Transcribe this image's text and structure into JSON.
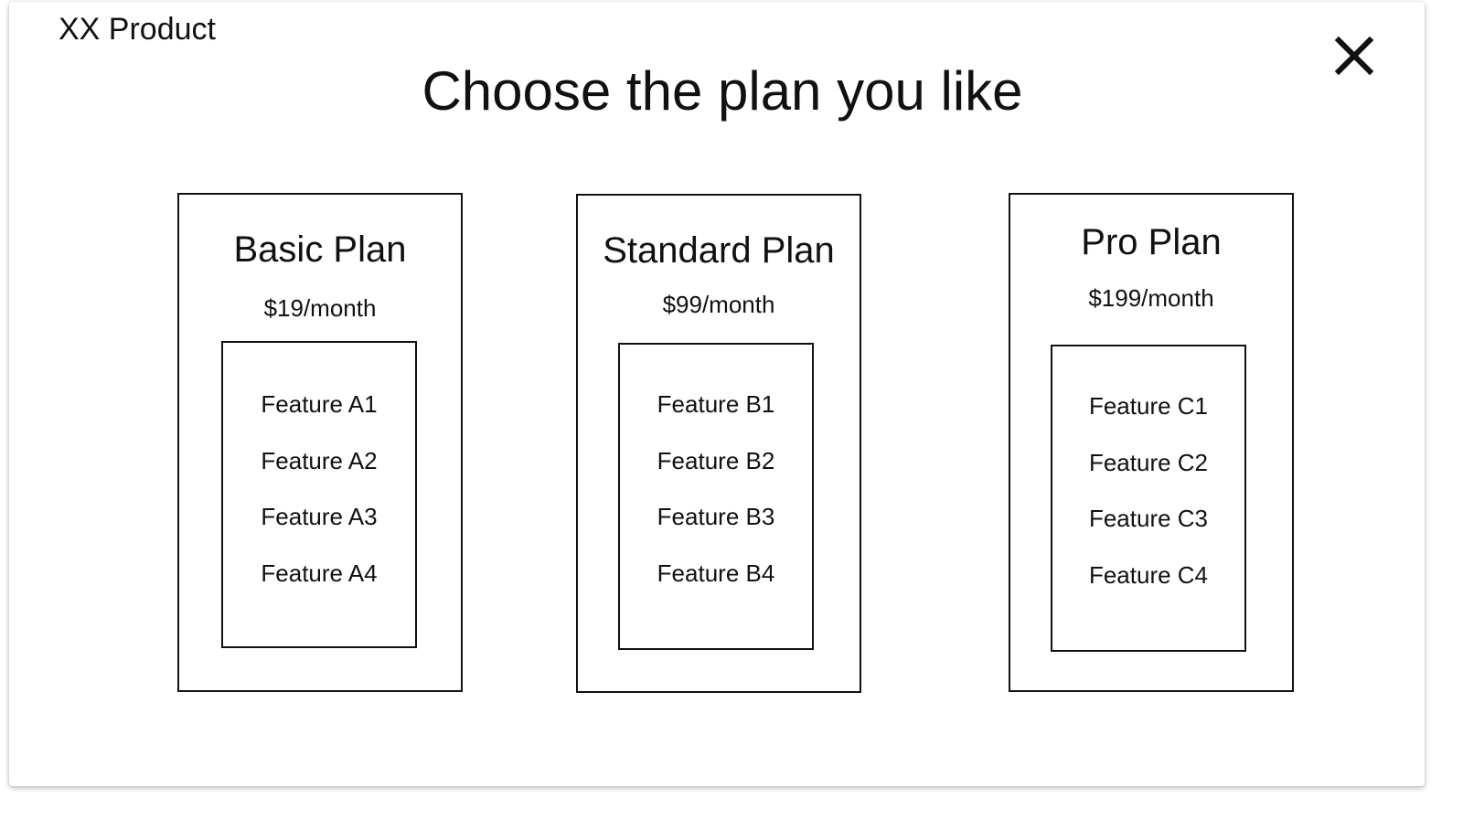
{
  "header": {
    "brand": "XX Product",
    "title": "Choose the plan you like",
    "close_icon": "close-icon"
  },
  "plans": [
    {
      "name": "Basic Plan",
      "price": "$19/month",
      "features": [
        "Feature A1",
        "Feature A2",
        "Feature A3",
        "Feature A4"
      ]
    },
    {
      "name": "Standard Plan",
      "price": "$99/month",
      "features": [
        "Feature B1",
        "Feature B2",
        "Feature B3",
        "Feature B4"
      ]
    },
    {
      "name": "Pro Plan",
      "price": "$199/month",
      "features": [
        "Feature C1",
        "Feature C2",
        "Feature C3",
        "Feature C4"
      ]
    }
  ],
  "colors": {
    "text": "#111111",
    "border": "#111111",
    "background": "#ffffff"
  }
}
